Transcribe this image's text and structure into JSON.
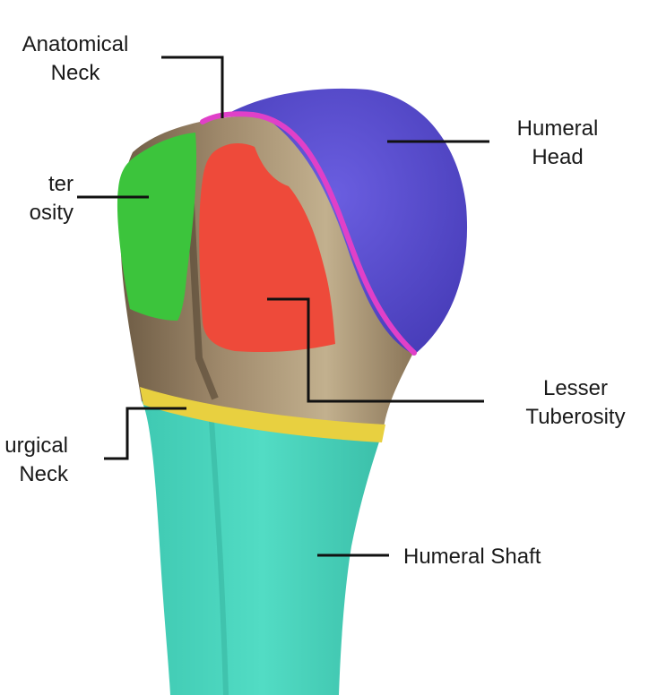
{
  "labels": {
    "anatomical_neck": [
      "Anatomical",
      "Neck"
    ],
    "humeral_head": [
      "Humeral",
      "Head"
    ],
    "greater_tuberosity": [
      "ter",
      "osity"
    ],
    "lesser_tuberosity": [
      "Lesser",
      "Tuberosity"
    ],
    "surgical_neck": [
      "urgical",
      "Neck"
    ],
    "humeral_shaft": [
      "Humeral Shaft"
    ]
  },
  "colors": {
    "humeral_head": "#5a4fd0",
    "anatomical_neck": "#e040c8",
    "greater_tuberosity": "#3cc43c",
    "lesser_tuberosity": "#ee4a3a",
    "surgical_neck": "#e8d040",
    "humeral_shaft": "#48d8c0",
    "bone": "#9a8468",
    "leader_line": "#111111"
  }
}
